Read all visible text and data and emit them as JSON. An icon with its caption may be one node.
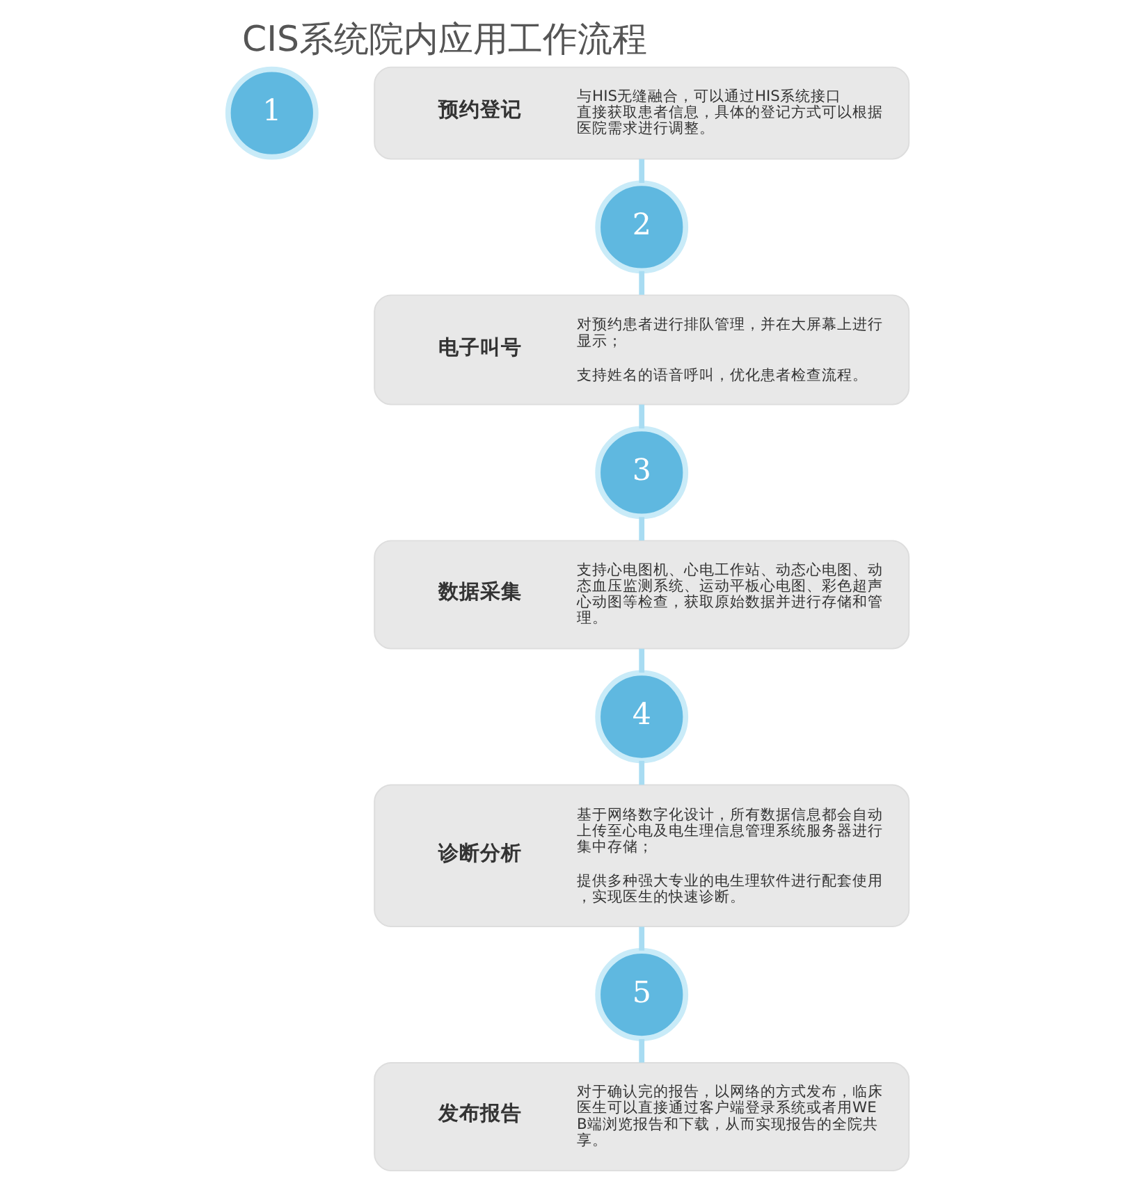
{
  "diagram": {
    "title": "CIS系统院内应用工作流程",
    "nodes": [
      {
        "text": [
          "1"
        ]
      },
      {
        "text": [
          "预约登记",
          "与HIS无缝融合，可以通过HIS系统接口直接获取患者信息，具体的登记方式可以根据医院需求进行调整。"
        ]
      },
      {
        "text": [
          "2"
        ]
      },
      {
        "text": [
          "电子叫号",
          "对预约患者进行排队管理，并在大屏幕上进行显示；",
          "支持姓名的语音呼叫，优化患者检查流程。"
        ]
      },
      {
        "text": [
          "3"
        ]
      },
      {
        "text": [
          "数据采集",
          "支持心电图机、心电工作站、动态心电图、动态血压监测系统、运动平板心电图、彩色超声心动图等检查，获取原始数据并进行存储和管理。"
        ]
      },
      {
        "text": [
          "4"
        ]
      },
      {
        "text": [
          "诊断分析",
          "基于网络数字化设计，所有数据信息都会自动上传至心电及电生理信息管理系统服务器进行集中存储；",
          "提供多种强大专业的电生理软件进行配套使用，实现医生的快速诊断。"
        ]
      },
      {
        "text": [
          "5"
        ]
      },
      {
        "text": [
          "发布报告",
          "对于确认完的报告，以网络的方式发布，临床医生可以直接通过客户端登录系统或者用WEB端浏览报告和下载，从而实现报告的全院共享。"
        ]
      }
    ],
    "edges": [
      {
        "from": 1,
        "to": 2,
        "arrow": "none",
        "color": "#a8dcf2"
      },
      {
        "from": 2,
        "to": 3,
        "arrow": "none",
        "color": "#a8dcf2"
      },
      {
        "from": 3,
        "to": 4,
        "arrow": "none",
        "color": "#a8dcf2"
      },
      {
        "from": 4,
        "to": 5,
        "arrow": "none",
        "color": "#a8dcf2"
      },
      {
        "from": 5,
        "to": 6,
        "arrow": "none",
        "color": "#a8dcf2"
      },
      {
        "from": 6,
        "to": 7,
        "arrow": "none",
        "color": "#a8dcf2"
      },
      {
        "from": 7,
        "to": 8,
        "arrow": "none",
        "color": "#a8dcf2"
      },
      {
        "from": 8,
        "to": 9,
        "arrow": "none",
        "color": "#a8dcf2"
      }
    ]
  }
}
